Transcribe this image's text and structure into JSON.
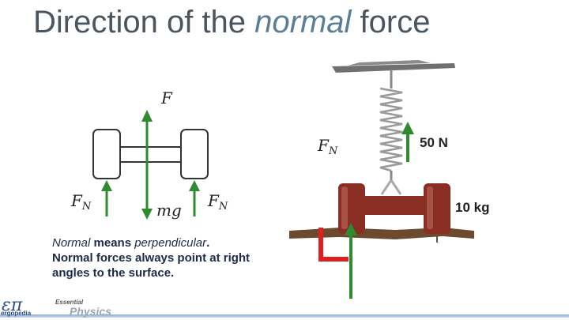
{
  "title": {
    "text_plain": "Direction of the ",
    "text_emphasis": "normal",
    "text_end": " force"
  },
  "labels": {
    "F": "F",
    "F_N_main": "F",
    "F_N_main_sub": "N",
    "F_N_left": "F",
    "F_N_left_sub": "N",
    "mg": "mg",
    "F_N_right": "F",
    "F_N_right_sub": "N",
    "force_value": "50 N",
    "mass_value": "10 kg"
  },
  "caption": {
    "part1": "Normal",
    "part2": " means ",
    "part3": "perpendicular",
    "part4": ".",
    "line2": "Normal forces always point at right angles to the surface."
  },
  "logo": {
    "symbol": "επ",
    "name": "ergopedia",
    "essential": "Essential",
    "physics": "Physics"
  },
  "colors": {
    "arrow_green": "#2e8b2e",
    "right_angle_red": "#e02020",
    "ground_brown": "#6b4a2e",
    "dumbbell_red": "#8a2e24",
    "spring_gray": "#9a9a9a"
  }
}
